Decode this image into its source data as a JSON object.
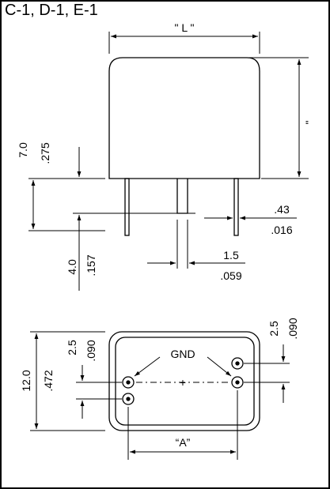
{
  "title": "C-1, D-1, E-1",
  "side_view": {
    "length_label": "\" L \"",
    "height_label": "\"",
    "lead_length": {
      "mm": "7.0",
      "inch": ".275"
    },
    "standoff": {
      "mm": "4.0",
      "inch": ".157"
    },
    "lead_diameter": {
      "mm": ".43",
      "inch": ".016"
    },
    "lead_offset": {
      "mm": "1.5",
      "inch": ".059"
    }
  },
  "bottom_view": {
    "width": {
      "mm": "12.0",
      "inch": ".472"
    },
    "pin_spacing_left": {
      "mm": "2.5",
      "inch": ".090"
    },
    "pin_spacing_right": {
      "mm": "2.5",
      "inch": ".090"
    },
    "gnd_label": "GND",
    "polarity_mark": "+",
    "pitch_label": "“A”"
  },
  "colors": {
    "line": "#000000",
    "background": "#ffffff"
  }
}
